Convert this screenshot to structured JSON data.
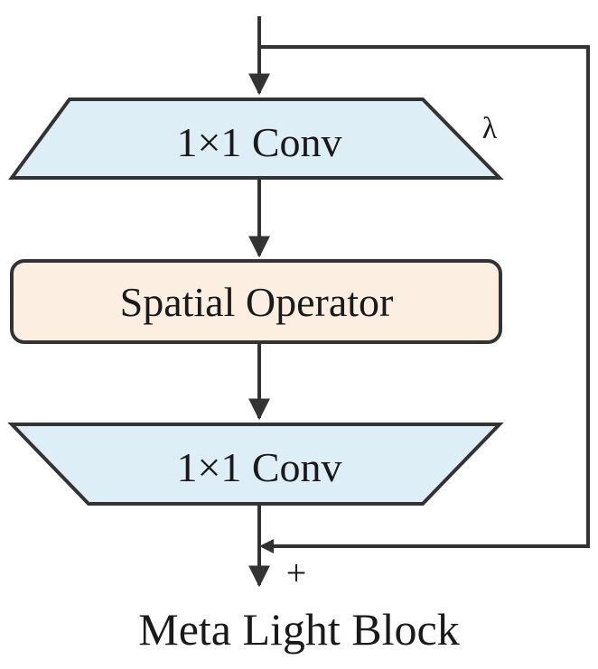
{
  "diagram": {
    "top_conv_label": "1×1 Conv",
    "spatial_operator_label": "Spatial Operator",
    "bottom_conv_label": "1×1 Conv",
    "lambda_label": "λ",
    "plus_label": "+",
    "caption": "Meta Light Block"
  },
  "colors": {
    "conv_fill": "#deeef7",
    "operator_fill": "#fcefe2",
    "stroke": "#333333"
  }
}
